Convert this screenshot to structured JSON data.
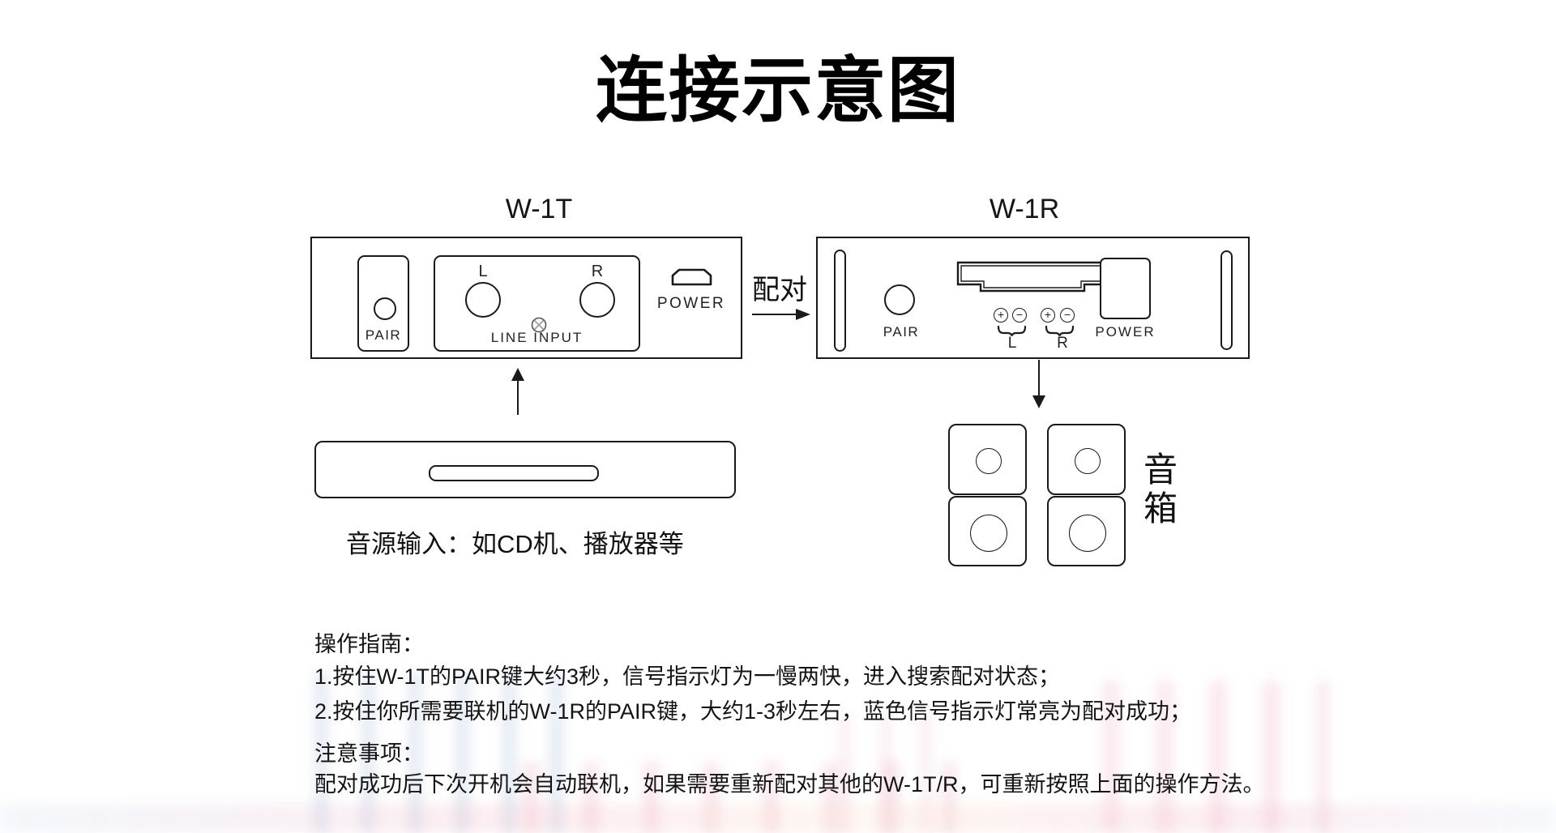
{
  "title": "连接示意图",
  "transmitter": {
    "name": "W-1T",
    "pair_label": "PAIR",
    "line_input": {
      "left_channel": "L",
      "right_channel": "R",
      "label": "LINE INPUT"
    },
    "power_label": "POWER"
  },
  "pairing": {
    "label": "配对"
  },
  "receiver": {
    "name": "W-1R",
    "pair_label": "PAIR",
    "terminals": {
      "plus": "+",
      "minus": "−",
      "left_channel": "L",
      "right_channel": "R"
    },
    "power_label": "POWER"
  },
  "audio_source": {
    "caption": "音源输入：如CD机、播放器等"
  },
  "speakers": {
    "label": "音箱"
  },
  "instructions": {
    "guide_title": "操作指南：",
    "steps": [
      "1.按住W-1T的PAIR键大约3秒，信号指示灯为一慢两快，进入搜索配对状态；",
      "2.按住你所需要联机的W-1R的PAIR键，大约1-3秒左右，蓝色信号指示灯常亮为配对成功；"
    ],
    "notice_title": "注意事项：",
    "notice_text": "配对成功后下次开机会自动联机，如果需要重新配对其他的W-1T/R，可重新按照上面的操作方法。"
  },
  "colors": {
    "line": "#1a1a1a",
    "text": "#111111",
    "background": "#ffffff"
  }
}
